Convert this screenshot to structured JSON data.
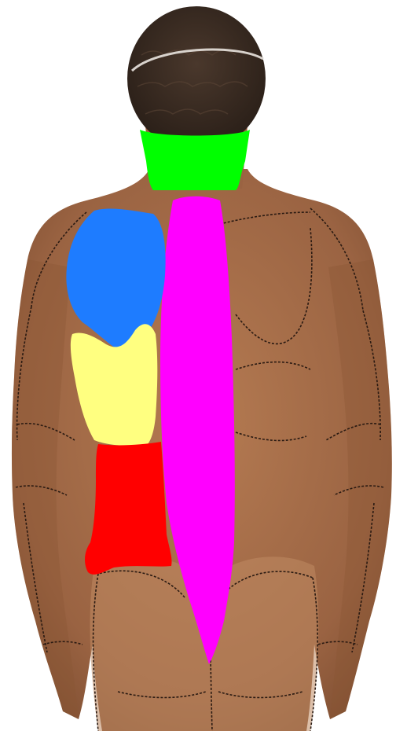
{
  "figure": {
    "background_color": "#ffffff",
    "skin_color": "#a8704a",
    "skin_shadow_color": "#8a5633",
    "hair_color": "#3a2b22",
    "contour_line_color": "#2a1a12",
    "highlight_regions": [
      {
        "name": "neck",
        "color": "#00ff00"
      },
      {
        "name": "spine",
        "color": "#ff00ff"
      },
      {
        "name": "left-upper-back",
        "color": "#1e7cff"
      },
      {
        "name": "left-mid-back",
        "color": "#ffff80"
      },
      {
        "name": "left-lower-back",
        "color": "#ff0000"
      }
    ]
  }
}
